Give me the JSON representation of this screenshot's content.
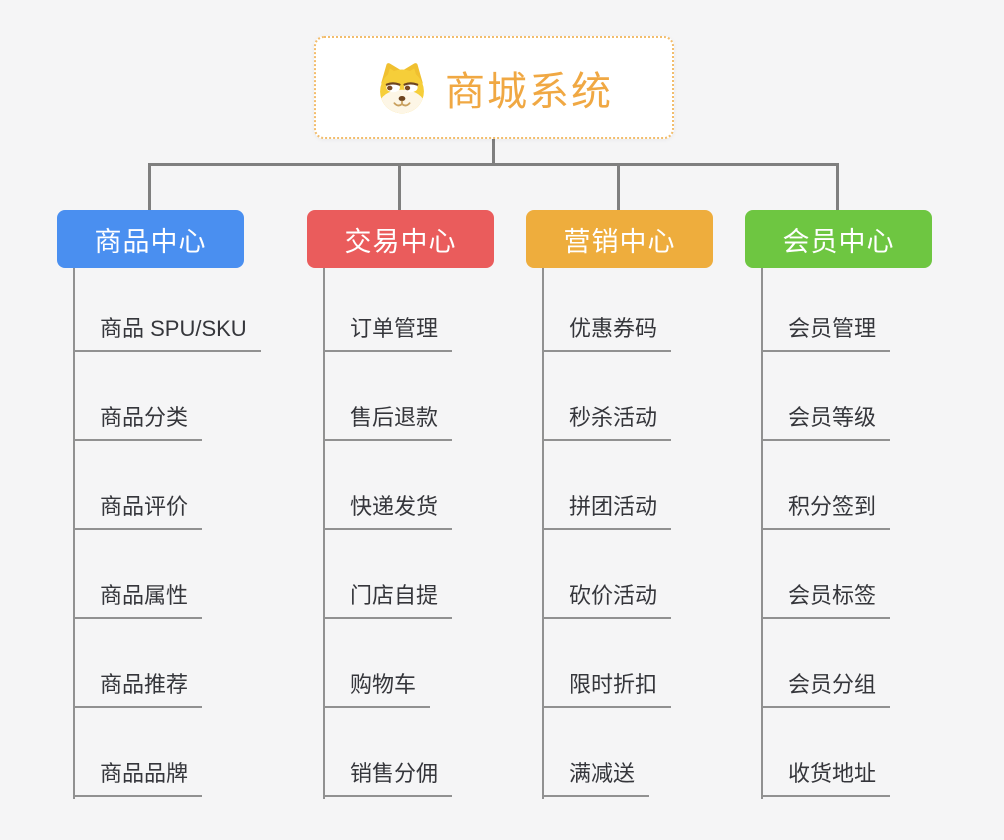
{
  "root": {
    "label": "商城系统",
    "icon": "doge-face-icon",
    "accent_color": "#f0a843",
    "border_color": "#f2bd6d"
  },
  "colors": {
    "connector": "#7f7f7f",
    "subline": "#919191",
    "background": "#f5f5f6",
    "item_text": "#35363b"
  },
  "branches": [
    {
      "label": "商品中心",
      "color": "#4a8ff0",
      "items": [
        "商品 SPU/SKU",
        "商品分类",
        "商品评价",
        "商品属性",
        "商品推荐",
        "商品品牌"
      ]
    },
    {
      "label": "交易中心",
      "color": "#ea5c5c",
      "items": [
        "订单管理",
        "售后退款",
        "快递发货",
        "门店自提",
        "购物车",
        "销售分佣"
      ]
    },
    {
      "label": "营销中心",
      "color": "#eead3d",
      "items": [
        "优惠券码",
        "秒杀活动",
        "拼团活动",
        "砍价活动",
        "限时折扣",
        "满减送"
      ]
    },
    {
      "label": "会员中心",
      "color": "#6ec641",
      "items": [
        "会员管理",
        "会员等级",
        "积分签到",
        "会员标签",
        "会员分组",
        "收货地址"
      ]
    }
  ]
}
